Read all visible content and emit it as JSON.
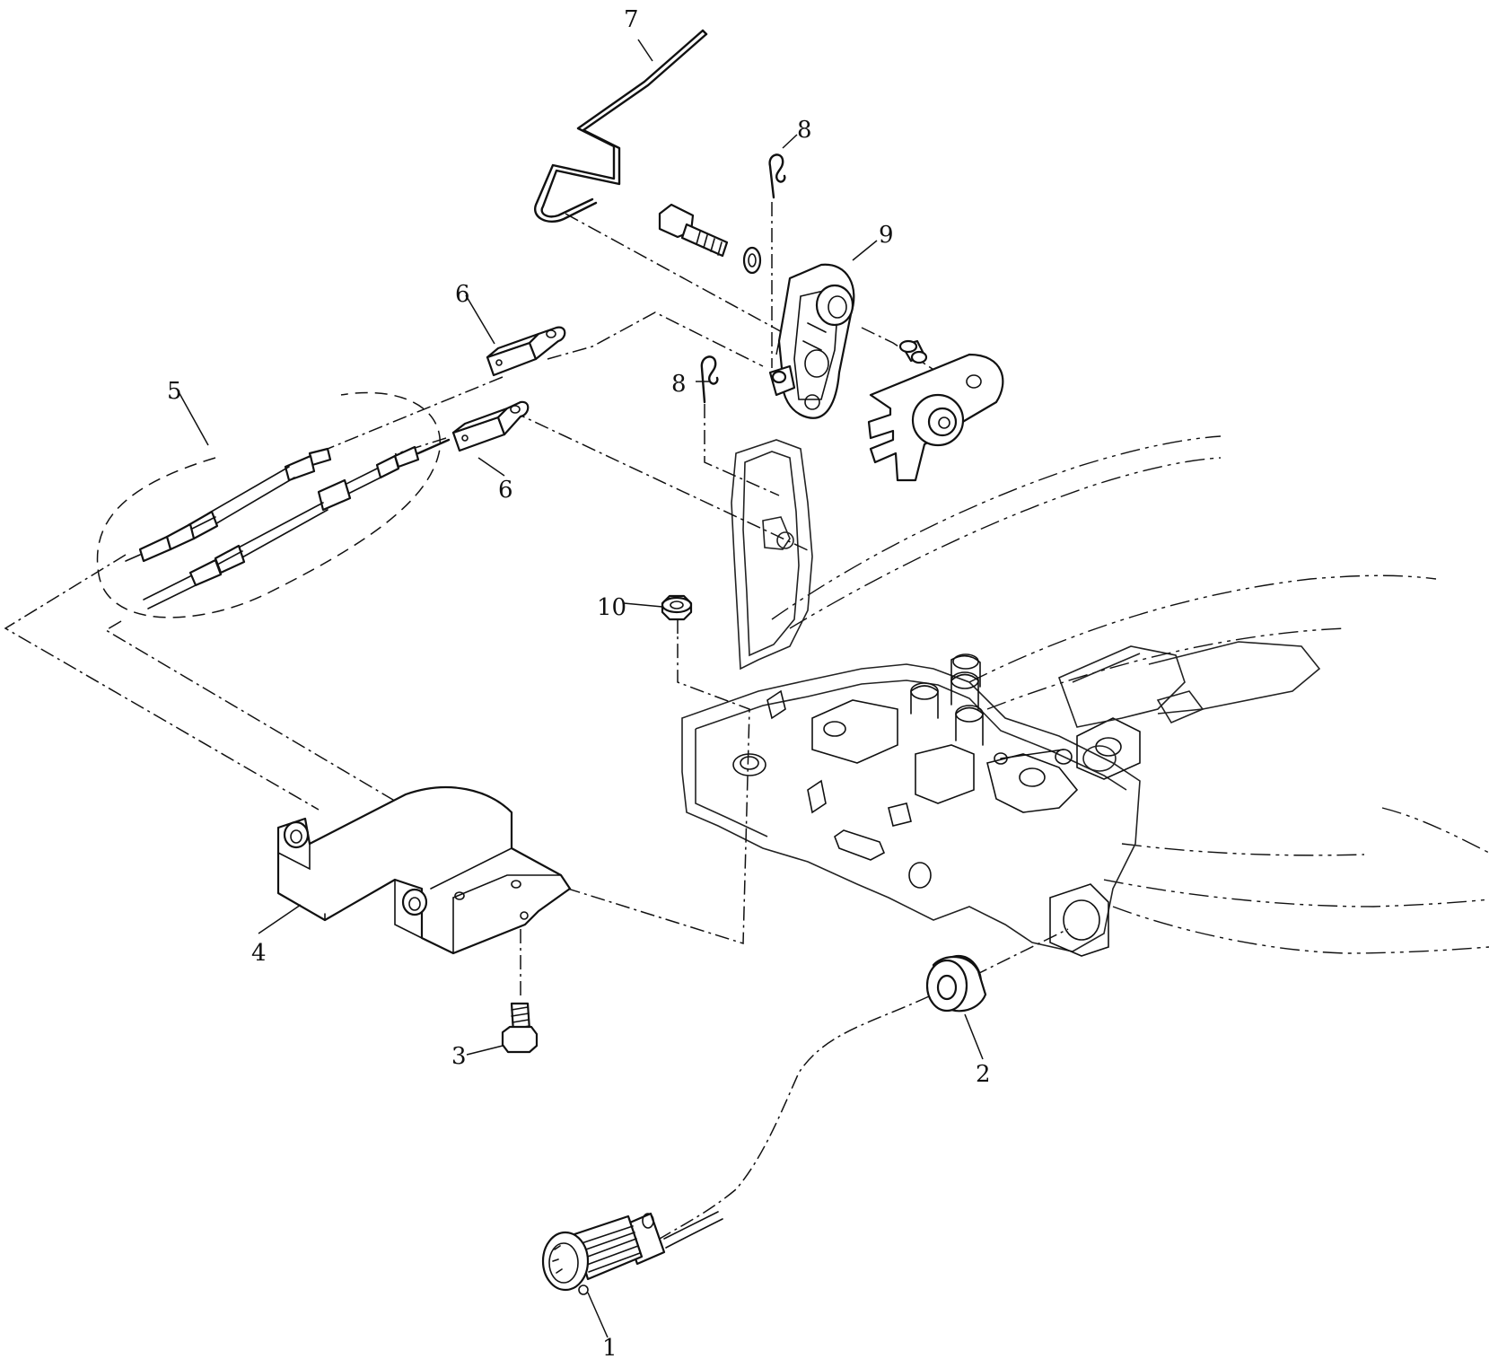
{
  "callouts": [
    {
      "id": "1",
      "label": "1"
    },
    {
      "id": "2",
      "label": "2"
    },
    {
      "id": "3",
      "label": "3"
    },
    {
      "id": "4",
      "label": "4"
    },
    {
      "id": "5",
      "label": "5"
    },
    {
      "id": "6a",
      "label": "6"
    },
    {
      "id": "6b",
      "label": "6"
    },
    {
      "id": "7",
      "label": "7"
    },
    {
      "id": "8a",
      "label": "8"
    },
    {
      "id": "8b",
      "label": "8"
    },
    {
      "id": "9",
      "label": "9"
    },
    {
      "id": "10",
      "label": "10"
    }
  ],
  "colors": {
    "ink": "#111111",
    "paper": "#ffffff"
  }
}
